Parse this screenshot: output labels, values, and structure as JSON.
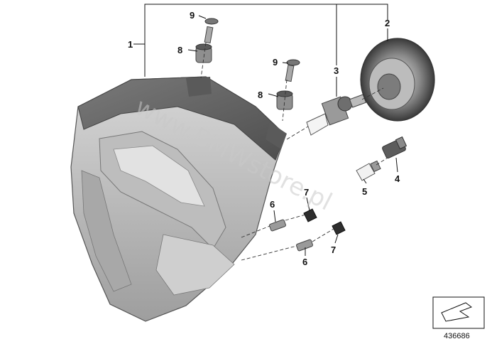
{
  "watermark": "www.BMWstore.pl",
  "diagram_number": "436686",
  "callouts": {
    "c1": "1",
    "c2": "2",
    "c3": "3",
    "c4": "4",
    "c5": "5",
    "c6a": "6",
    "c6b": "6",
    "c7a": "7",
    "c7b": "7",
    "c8a": "8",
    "c8b": "8",
    "c9a": "9",
    "c9b": "9"
  }
}
